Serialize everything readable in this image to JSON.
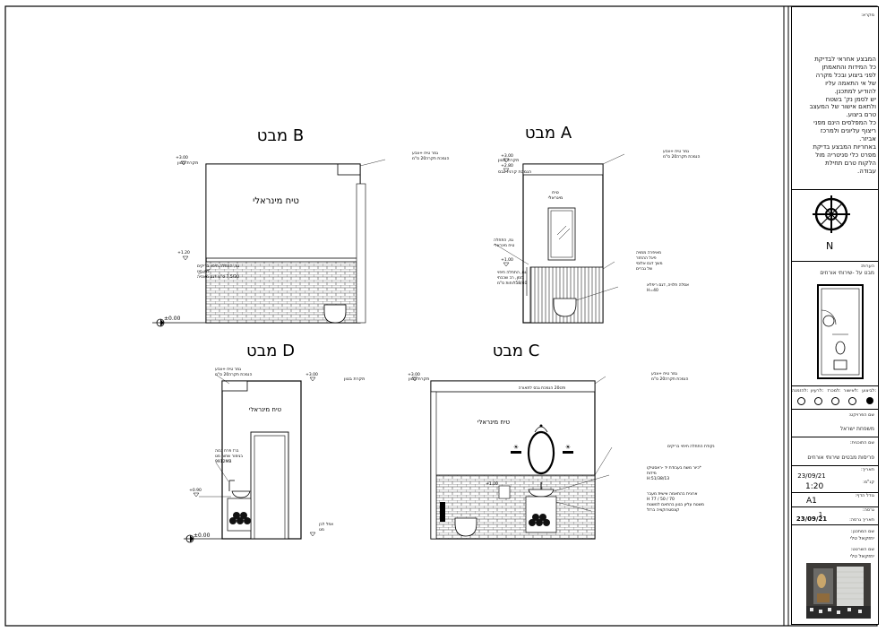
{
  "views": {
    "b": {
      "title": "מבט B",
      "panel_label": "טיח מינראלי",
      "ceiling_note": "גמר טיח +צבע\nהנמכת תקרה20 ס\"מ",
      "ceiling_level": "תקרת בטון",
      "tile_note": "גמ, התחלה חיפוי בריקים\nלבן מט\n7.5/30 ס\"מ דגם מאסיה",
      "zero": "±0.00"
    },
    "a": {
      "title": "מבט A",
      "panel_label": "טיח\nמינראלי",
      "ceiling_note": "גמר טיח +צבע\nהנמכת תקרה20 ס\"מ",
      "ceiling_level": "תקרת בטון",
      "ceiling_level2": "הנמכת קרניז גבס",
      "tile_note_left": "גמ, התחלה\nטיח מינראלי",
      "tile_note_left2": "גמ, התחלה חיפוי\nבזמן, רב שכבתי\n58/40לוחות ס\"מ",
      "tile_note_right": "מאיפרה ממויה\nפיגל ההחזר\nמשך דגם אלוסי\nשל גברים",
      "toilet_note": "אסלה תלויה, דגם ריפלא\nH=40"
    },
    "d": {
      "title": "מבט D",
      "panel_label": "טיח מינראלי",
      "ceiling_note": "גמר טיח +צבע\nהנמכת תקרה20 ס\"מ",
      "ceiling_level": "תקרת בטון",
      "sink_note": "ברז פרח נבוה\nבגימור שחור מט\n9912MB",
      "floor_note": "אפל לבן\nמט",
      "zero": "±0.00"
    },
    "c": {
      "title": "מבט C",
      "panel_label": "טיח מינראלי",
      "ceiling_note": "גמר טיח +צבע\nהנמכת תקרה20 ס\"מ",
      "ceiling_level": "תקרת בטון",
      "soffit_note": "20cm הנמכת גבס לתאורה",
      "tile_note": "נקודת התחלה חיפוי בריקים",
      "sink_note1": "*כיור משח בעבודת יד -ראסטיקו\nמידות\n51/38/13:H",
      "sink_note2": "ארונית בהתאמה אישית מעבר\n70 / 50 / 77 H\nמשטח עליון בגוון בהתאם למשטח\nקונסטרוקציה ברזל"
    }
  },
  "title_block": {
    "legend_label": "מקרא:",
    "notes": "המבצע אחראי לבדיקת\nכל המידות והתאמתן\nלפני ביצוע ובכל מקרה\nשל אי התאמה עליו\nלהודיע למתכנן.\nיש לסמן נק' בשטח\nולתאם אישור של המעצב\nטרם ביצוע.\nכל המפלסים הינם מפני\nריצוף עליונים ולמרכז\nאביזר.\nבאחריות המבצע בדיקת\nמפרט כלי סניטריה מול\nהלקוח טרם תחילת\nעבודה.",
    "north": "N",
    "plan_label": "הערות:",
    "plan_title": "מבט על -שירותי אורחים",
    "status_labels": [
      "לביצוע:",
      "לאישור:",
      "למכרז:",
      "לרעיון:",
      "להזמנה:"
    ],
    "client_label": "שם הפרויקט:",
    "client_name": "משפחת ישראל",
    "drawing_label": "שם התוכנית:",
    "drawing_name": "פריסות מבטים שירותי אורחים",
    "date_label": "תאריך:",
    "date": "23/09/21",
    "scale_label": "קנ\"מ:",
    "scale": "1:20",
    "sheet_label": "גודל הדף:",
    "sheet": "A1",
    "revision_label": "גרסה:",
    "revision": "1",
    "revision_date_label": "תאריך גרסה:",
    "revision_date": "23/09/21",
    "designer_label": "שם המתכנן:",
    "designer": "יחזקאל טלי",
    "drafter_label": "שם השרטט:",
    "drafter": "יחזקאל טלי"
  }
}
